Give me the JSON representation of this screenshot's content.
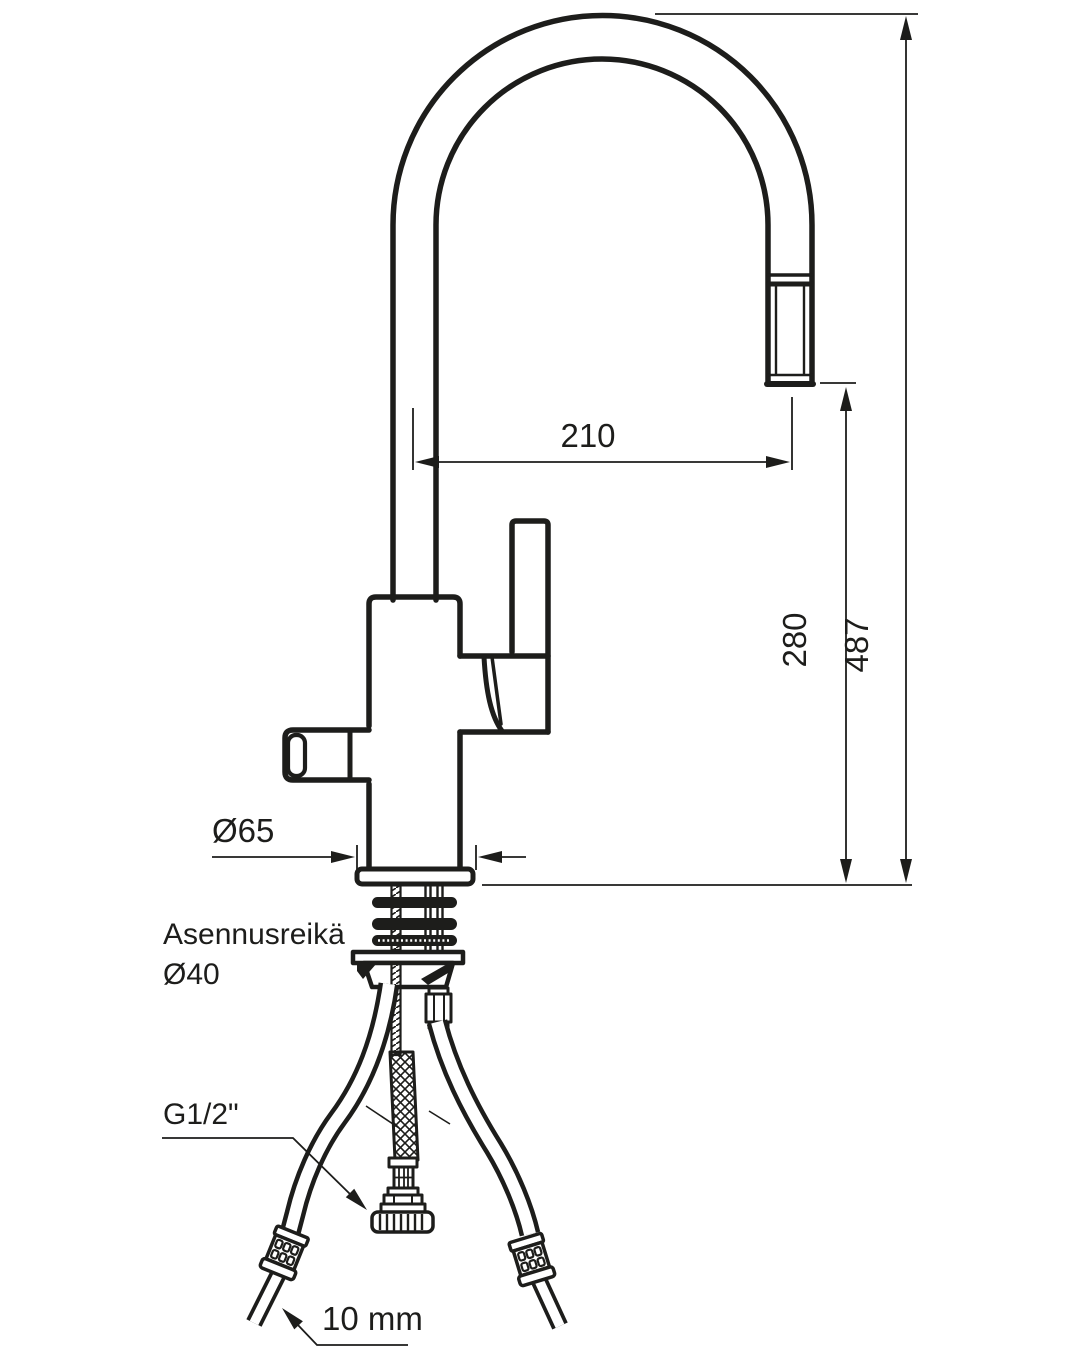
{
  "diagram": {
    "type": "technical-drawing",
    "subject": "kitchen faucet with pull-out spout, mounting dimensions",
    "background_color": "#ffffff",
    "line_color": "#1d1d1b",
    "dimensions": {
      "spout_reach": "210",
      "spout_height": "280",
      "total_height": "487",
      "base_diameter": "Ø65",
      "mounting_hole_label": "Asennusreikä",
      "mounting_hole_diameter": "Ø40",
      "connection_thread": "G1/2\"",
      "pipe_diameter": "10 mm"
    }
  }
}
